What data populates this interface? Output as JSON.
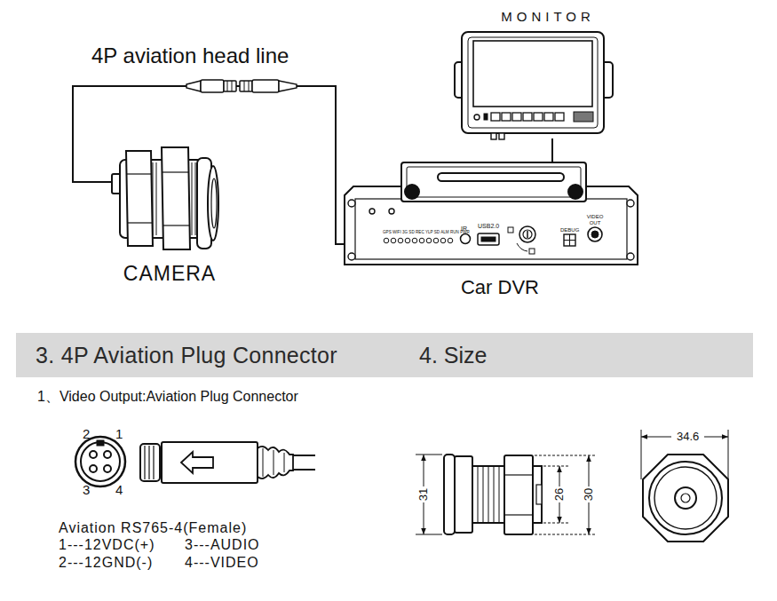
{
  "diagram": {
    "nodes": [
      {
        "text": [
          "MONITOR"
        ]
      },
      {
        "text": [
          "CAMERA"
        ]
      },
      {
        "text": [
          "Car DVR"
        ]
      },
      {
        "text": [
          "3. 4P Aviation Plug Connector",
          "4. Size"
        ]
      }
    ],
    "edges": [
      {
        "from": 1,
        "to": 2,
        "arrow": "none",
        "label": "4P aviation head line"
      },
      {
        "from": 0,
        "to": 2,
        "arrow": "none"
      }
    ],
    "labels": [
      "GPS WIFI 3G SD REC YLP SD ALM RUN PWR",
      "IR",
      "USB2.0",
      "DEBUG",
      "VIDEO OUT",
      "1、Video Output:Aviation Plug Connector",
      "2",
      "1",
      "3",
      "4",
      "Aviation RS765-4(Female)",
      "1---12VDC(+)",
      "3---AUDIO",
      "2---12GND(-)",
      "4---VIDEO",
      "31",
      "26",
      "30",
      "34.6"
    ]
  }
}
